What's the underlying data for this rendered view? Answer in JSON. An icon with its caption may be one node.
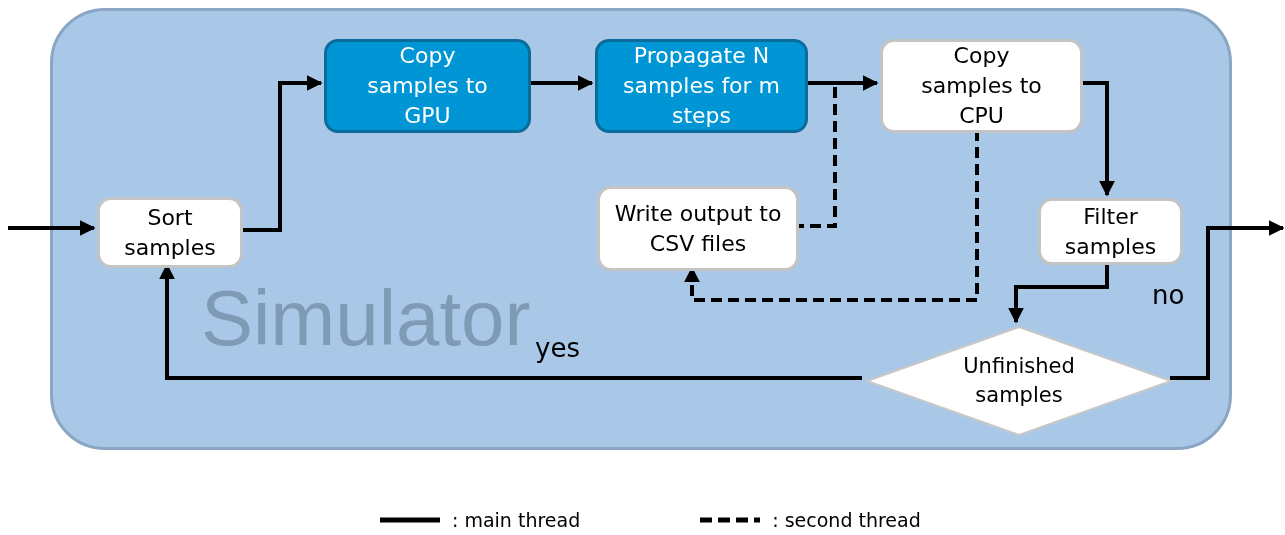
{
  "diagram": {
    "nodes": [
      {
        "text": [
          "Simulator"
        ]
      },
      {
        "text": [
          "Sort samples"
        ],
        "in": 0
      },
      {
        "text": [
          "Copy samples to GPU"
        ],
        "in": 0
      },
      {
        "text": [
          "Propagate N samples for m steps"
        ],
        "in": 0
      },
      {
        "text": [
          "Copy samples to CPU"
        ],
        "in": 0
      },
      {
        "text": [
          "Write output to CSV files"
        ],
        "in": 0
      },
      {
        "text": [
          "Filter samples"
        ],
        "in": 0
      },
      {
        "text": [
          "Unfinished samples"
        ],
        "in": 0
      }
    ],
    "edges": [
      {
        "from": null,
        "to": 1,
        "arrow": "to"
      },
      {
        "from": 1,
        "to": 2,
        "arrow": "to"
      },
      {
        "from": 2,
        "to": 3,
        "arrow": "to"
      },
      {
        "from": 3,
        "to": 4,
        "arrow": "to"
      },
      {
        "from": 3,
        "to": 5,
        "arrow": "none",
        "style": "dashed"
      },
      {
        "from": 4,
        "to": 5,
        "arrow": "to",
        "style": "dashed"
      },
      {
        "from": 4,
        "to": 6,
        "arrow": "to"
      },
      {
        "from": 6,
        "to": 7,
        "arrow": "to"
      },
      {
        "from": 7,
        "to": 1,
        "arrow": "to",
        "label": "yes"
      },
      {
        "from": 7,
        "to": null,
        "arrow": "to",
        "label": "no"
      }
    ],
    "legend": [
      {
        "text": ": main thread"
      },
      {
        "text": ": second thread"
      }
    ]
  }
}
